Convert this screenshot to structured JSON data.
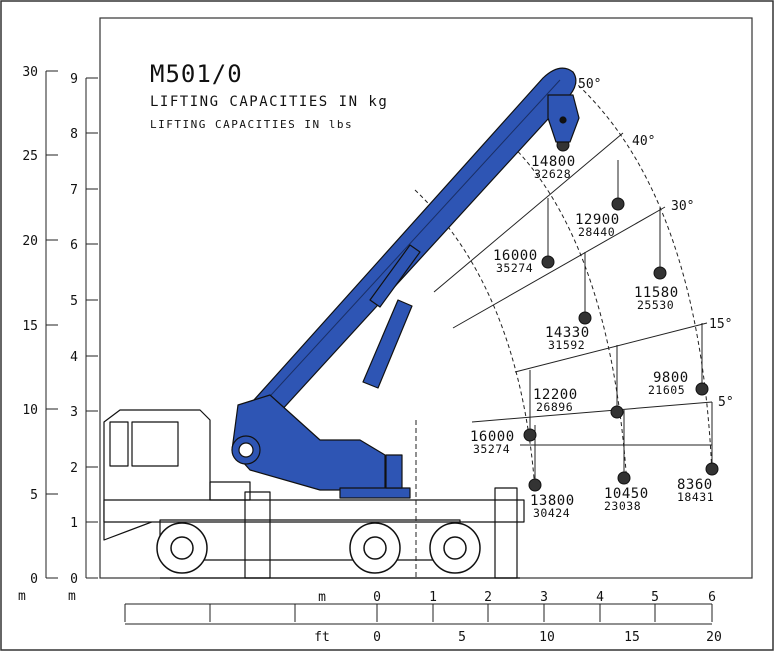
{
  "model": "M501/0",
  "subtitle_kg": "LIFTING CAPACITIES IN kg",
  "subtitle_lbs": "LIFTING CAPACITIES IN lbs",
  "colors": {
    "boom": "#2e55b4",
    "ink": "#111111",
    "frame": "#333333"
  },
  "left_ft_axis": {
    "ticks": [
      "30",
      "25",
      "20",
      "15",
      "10",
      "5",
      "0"
    ],
    "unit": "m"
  },
  "left_m_axis": {
    "ticks": [
      "9",
      "8",
      "7",
      "6",
      "5",
      "4",
      "3",
      "2",
      "1",
      "0"
    ],
    "unit": "m"
  },
  "bottom_m_axis": {
    "unit": "m",
    "ticks": [
      "0",
      "1",
      "2",
      "3",
      "4",
      "5",
      "6"
    ]
  },
  "bottom_ft_axis": {
    "unit": "ft",
    "ticks": [
      "0",
      "5",
      "10",
      "15",
      "20"
    ]
  },
  "angles": [
    "50°",
    "40°",
    "30°",
    "15°",
    "5°"
  ],
  "loads": [
    {
      "kg": "14800",
      "lbs": "32628"
    },
    {
      "kg": "16000",
      "lbs": "35274"
    },
    {
      "kg": "12900",
      "lbs": "28440"
    },
    {
      "kg": "14330",
      "lbs": "31592"
    },
    {
      "kg": "11580",
      "lbs": "25530"
    },
    {
      "kg": "12200",
      "lbs": "26896"
    },
    {
      "kg": "9800",
      "lbs": "21605"
    },
    {
      "kg": "16000",
      "lbs": "35274"
    },
    {
      "kg": "13800",
      "lbs": "30424"
    },
    {
      "kg": "10450",
      "lbs": "23038"
    },
    {
      "kg": "8360",
      "lbs": "18431"
    }
  ]
}
